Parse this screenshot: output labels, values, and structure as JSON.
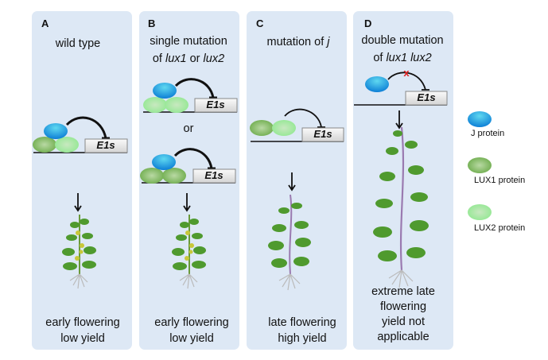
{
  "panels": [
    {
      "label": "A",
      "title": [
        "wild type"
      ],
      "outcome": [
        "early flowering",
        "low yield"
      ]
    },
    {
      "label": "B",
      "title": [
        "single mutation",
        "of ",
        "lux1",
        " or ",
        "lux2"
      ],
      "separator": "or",
      "outcome": [
        "early flowering",
        "low yield"
      ]
    },
    {
      "label": "C",
      "title": [
        "mutation of ",
        "j"
      ],
      "outcome": [
        "late flowering",
        "high yield"
      ]
    },
    {
      "label": "D",
      "title": [
        "double mutation",
        "of ",
        "lux1 lux2"
      ],
      "outcome": [
        "extreme late",
        "flowering",
        "yield not",
        "applicable"
      ]
    }
  ],
  "gene": "E1s",
  "legend": [
    {
      "label": "J protein",
      "color": "#1fa6e0"
    },
    {
      "label": "LUX1 protein",
      "color": "#7fbf5a"
    },
    {
      "label": "LUX2 protein",
      "color": "#a8eaa0"
    }
  ]
}
